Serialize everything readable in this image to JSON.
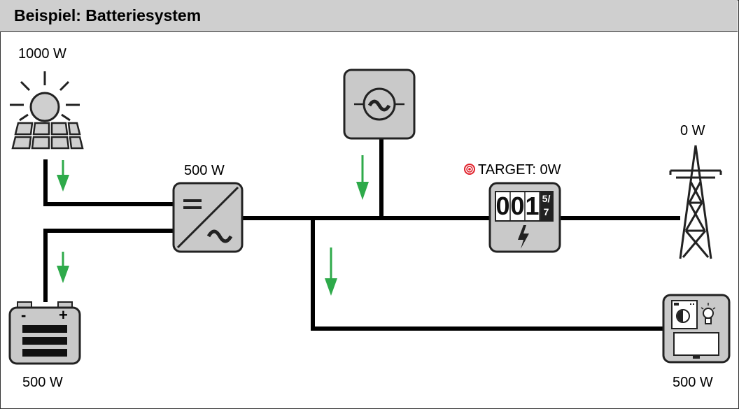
{
  "title": "Beispiel: Batteriesystem",
  "labels": {
    "pv_power": "1000 W",
    "inverter_power": "500 W",
    "target_label": "TARGET: 0W",
    "grid_power": "0 W",
    "battery_power": "500 W",
    "load_power": "500 W"
  },
  "meter": {
    "digits": [
      "0",
      "0",
      "1"
    ],
    "last_digit": "5/7"
  },
  "icons": {
    "inverter_dc": "=",
    "inverter_ac": "~",
    "generator": "~",
    "battery_minus": "-",
    "battery_plus": "+"
  },
  "colors": {
    "arrow": "#2eaa4a",
    "device_fill": "#c9c9c9",
    "line": "#000000",
    "target": "#e0202a"
  }
}
